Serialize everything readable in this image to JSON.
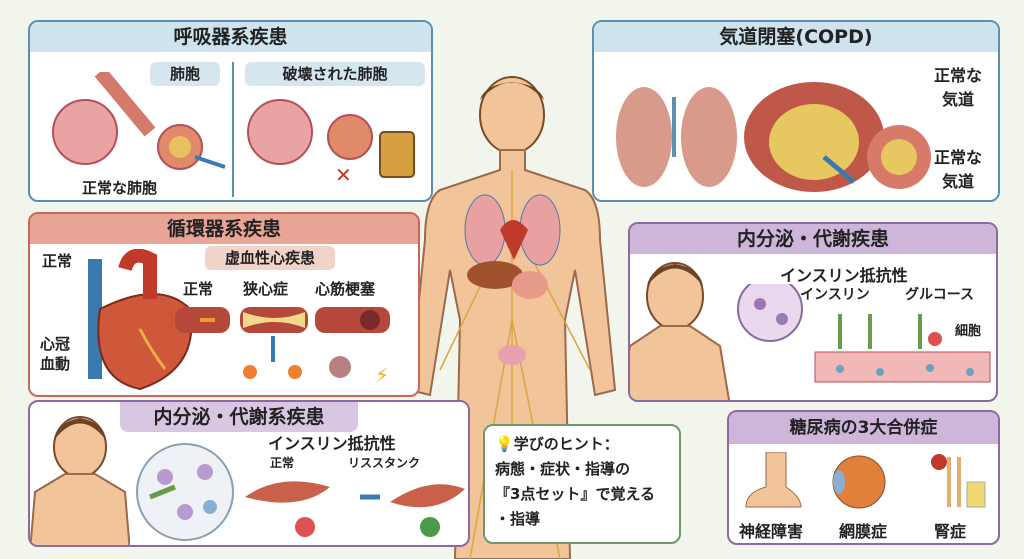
{
  "respiratory": {
    "title": "呼吸器系疾患",
    "alveoli": "肺胞",
    "destroyed": "破壊された肺胞",
    "normal_alveoli": "正常な肺胞"
  },
  "copd": {
    "title": "気道閉塞(COPD)",
    "normal_airway_1": "正常な\n気道",
    "normal_airway_2": "正常な\n気道"
  },
  "circulatory": {
    "title": "循環器系疾患",
    "normal": "正常",
    "coronary": "心冠\n血動",
    "ischemic": "虚血性心疾患",
    "stages": [
      "正常",
      "狭心症",
      "心筋梗塞"
    ]
  },
  "endocrine_right": {
    "title": "内分泌・代謝疾患",
    "insulin_resistance": "インスリン抵抗性",
    "insulin": "インスリン",
    "glucose": "グルコース",
    "cell": "細胞"
  },
  "endocrine_left": {
    "title": "内分泌・代謝系疾患",
    "insulin_resistance": "インスリン抵抗性",
    "normal": "正常",
    "resistance": "リススタンク"
  },
  "hint": {
    "title": "学びのヒント：",
    "line1": "病態・症状・指導の",
    "line2": "『3点セット』で覚える",
    "line3": "・指導"
  },
  "diabetes": {
    "title": "糖尿病の3大合併症",
    "items": [
      "神経障害",
      "網膜症",
      "腎症"
    ]
  },
  "colors": {
    "blue": "#5b8fb0",
    "red": "#c9675a",
    "purple": "#8a6aa0",
    "green": "#6a9a6a"
  }
}
